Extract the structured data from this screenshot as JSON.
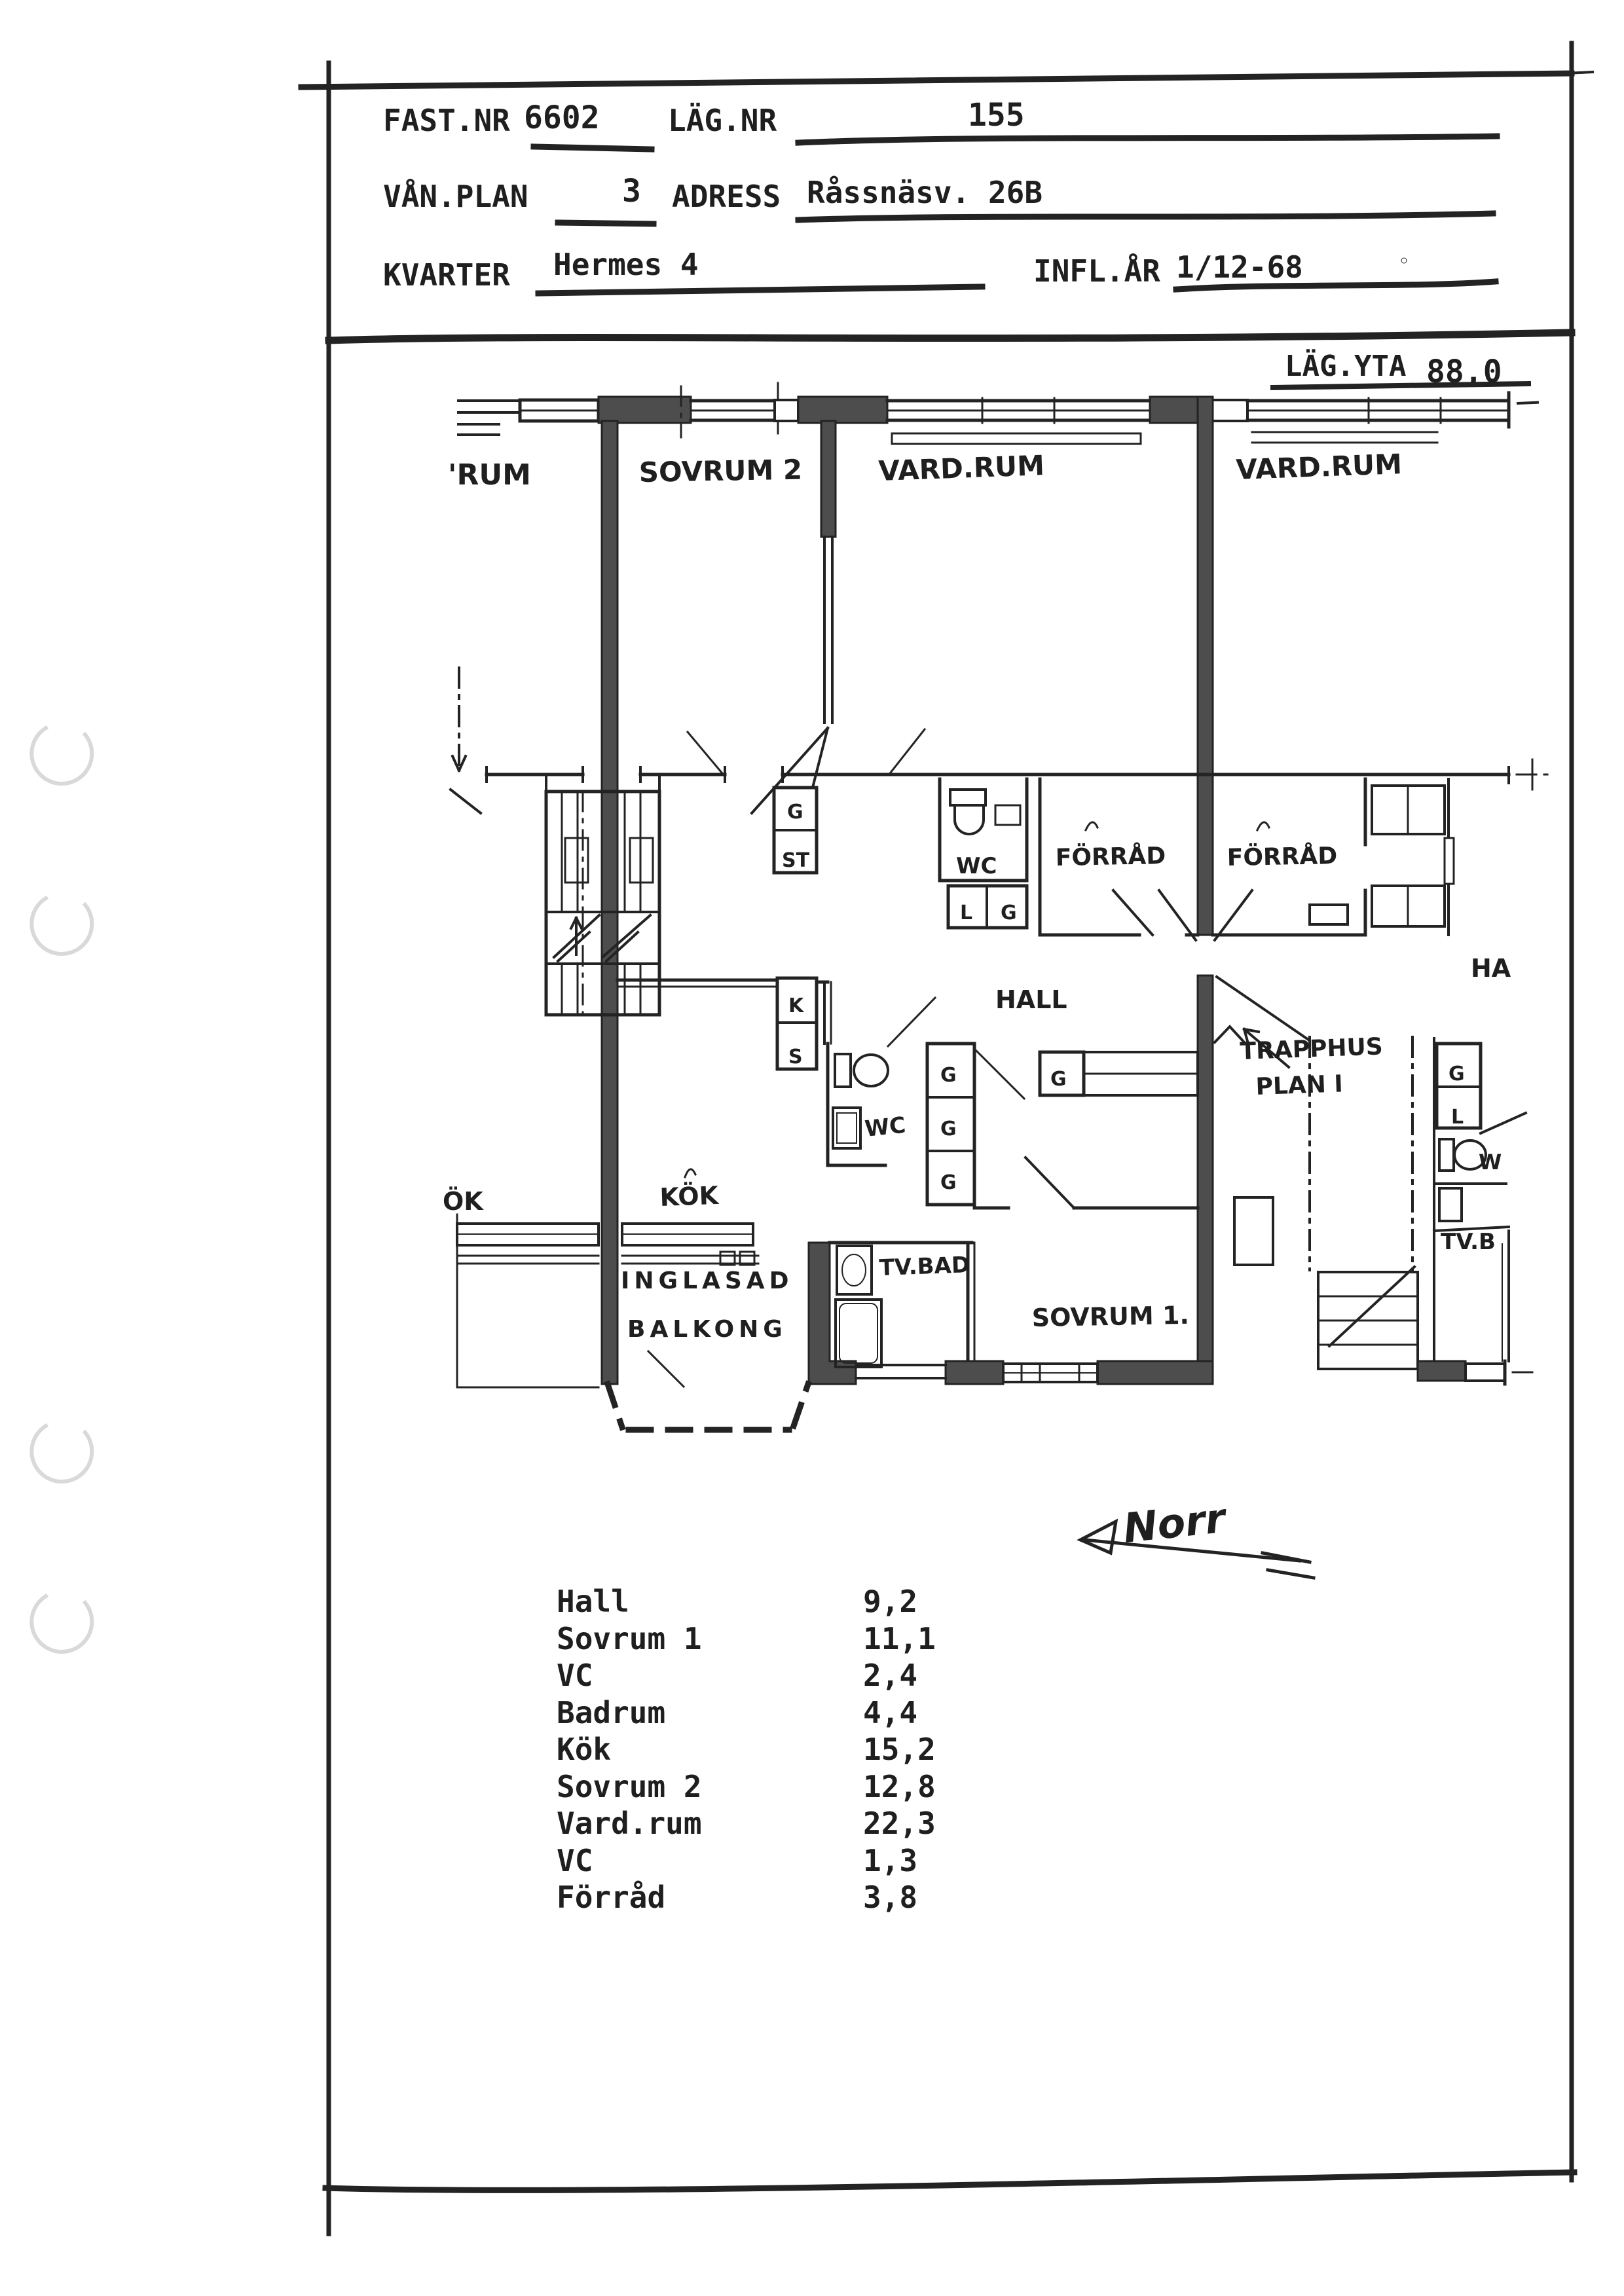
{
  "header": {
    "fast_nr_label": "FAST.NR",
    "fast_nr_value": "6602",
    "lag_nr_label": "LÄG.NR",
    "lag_nr_value": "155",
    "van_plan_label": "VÅN.PLAN",
    "van_plan_value": "3",
    "adress_label": "ADRESS",
    "adress_value": "Råssnäsv. 26B",
    "kvarter_label": "KVARTER",
    "kvarter_value": "Hermes 4",
    "infl_ar_label": "INFL.ÅR",
    "infl_ar_value": "1/12-68",
    "lag_yta_label": "LÄG.YTA",
    "lag_yta_value": "88,0"
  },
  "plan": {
    "rooms": {
      "sovrum_cut": "'RUM",
      "sovrum2": "SOVRUM 2",
      "vardrum": "VARD.RUM",
      "vardrum_nbr": "VARD.RUM",
      "wc_top": "WC",
      "forrad": "FÖRRÅD",
      "forrad_nbr": "FÖRRÅD",
      "hall": "HALL",
      "hall_nbr_cut": "HA",
      "trapphus": "TRAPPHUS",
      "plan_one": "PLAN I",
      "kok_cut": "ÖK",
      "kok": "KÖK",
      "wc_small": "WC",
      "tvbad": "TV.BAD",
      "tvbad_nbr_cut": "TV.B",
      "wc_nbr_cut": "W",
      "sovrum1": "SOVRUM 1.",
      "balkong_line1": "INGLASAD",
      "balkong_line2": "BALKONG"
    },
    "letters": {
      "g": "G",
      "st": "ST",
      "l": "L",
      "k": "K",
      "s": "S"
    },
    "north_label": "Norr"
  },
  "area_table": {
    "rows": [
      {
        "name": "Hall",
        "area": "9,2"
      },
      {
        "name": "Sovrum 1",
        "area": "11,1"
      },
      {
        "name": "VC",
        "area": "2,4"
      },
      {
        "name": "Badrum",
        "area": "4,4"
      },
      {
        "name": "Kök",
        "area": "15,2"
      },
      {
        "name": "Sovrum 2",
        "area": "12,8"
      },
      {
        "name": "Vard.rum",
        "area": "22,3"
      },
      {
        "name": "VC",
        "area": "1,3"
      },
      {
        "name": "Förråd",
        "area": "3,8"
      }
    ]
  },
  "colors": {
    "ink": "#232323",
    "wall_fill": "#4d4d4d",
    "paper": "#ffffff"
  }
}
